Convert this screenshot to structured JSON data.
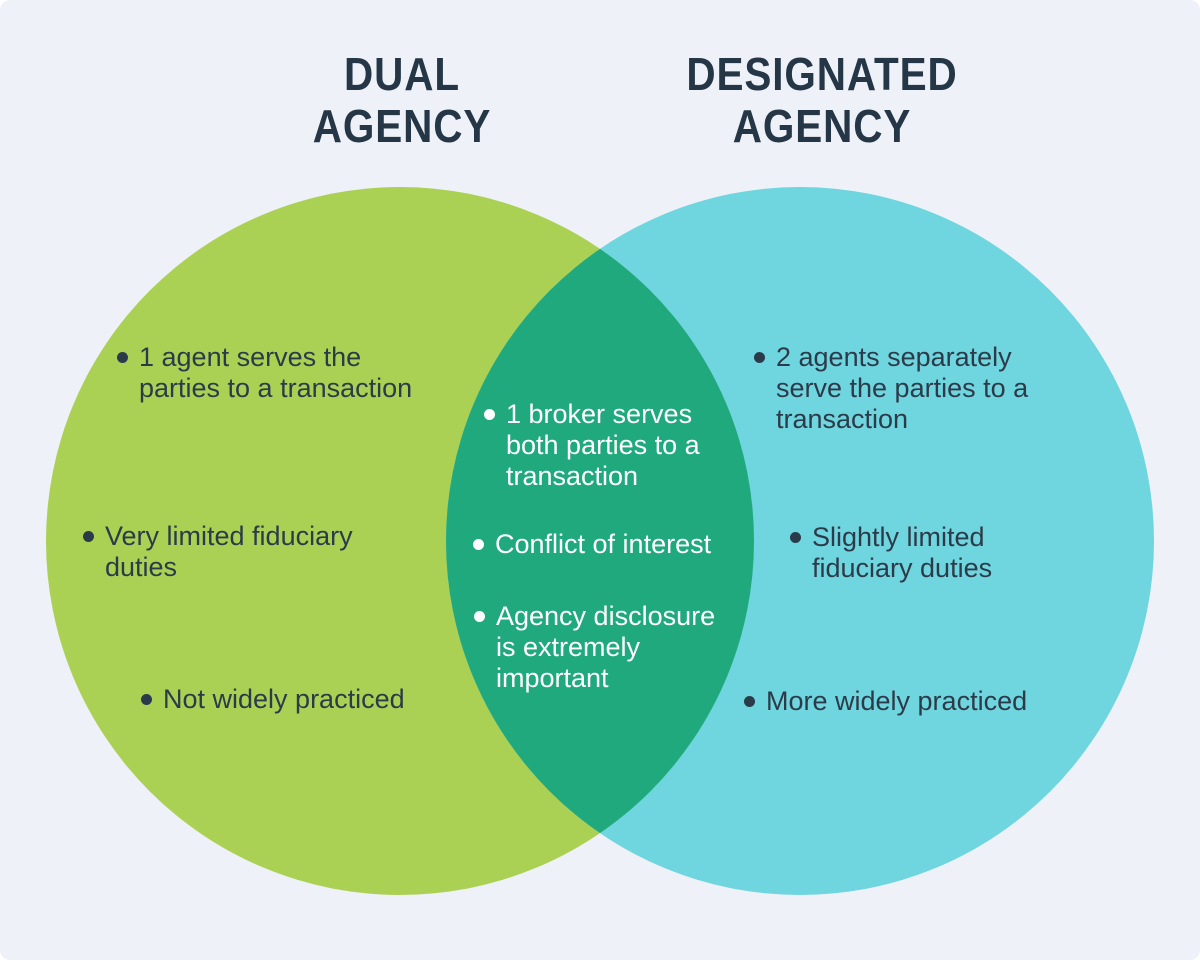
{
  "page": {
    "background_color": "#eef1f8"
  },
  "venn": {
    "colors": {
      "title_text": "#253746",
      "body_text": "#2c3b49",
      "overlap_text": "#ffffff"
    },
    "left_circle": {
      "title": "DUAL\nAGENCY",
      "color": "#abd154",
      "items": [
        {
          "text": "1 agent serves the\nparties to a transaction"
        },
        {
          "text": "Very limited fiduciary\nduties"
        },
        {
          "text": "Not widely practiced"
        }
      ]
    },
    "overlap": {
      "color": "#21a97e",
      "items": [
        {
          "text": "1 broker serves\nboth parties to a\ntransaction"
        },
        {
          "text": "Conflict of interest"
        },
        {
          "text": "Agency disclosure\nis extremely\nimportant"
        }
      ]
    },
    "right_circle": {
      "title": "DESIGNATED\nAGENCY",
      "color": "#6fd5de",
      "items": [
        {
          "text": "2 agents separately\nserve the parties to a\ntransaction"
        },
        {
          "text": "Slightly limited\nfiduciary duties"
        },
        {
          "text": "More widely practiced"
        }
      ]
    }
  }
}
